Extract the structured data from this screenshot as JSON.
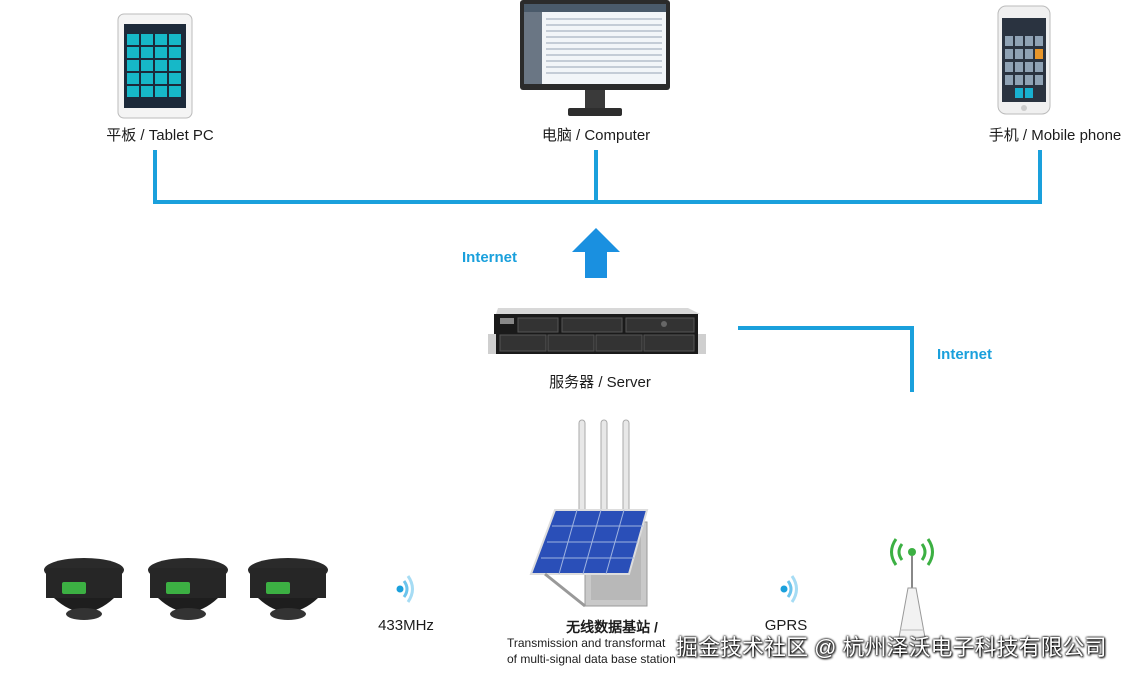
{
  "devices": {
    "tablet_label": "平板 / Tablet PC",
    "computer_label": "电脑 / Computer",
    "phone_label": "手机 / Mobile phone"
  },
  "network": {
    "internet_left": "Internet",
    "internet_right": "Internet"
  },
  "server": {
    "label": "服务器 / Server"
  },
  "base_station": {
    "title": "无线数据基站 /",
    "line1": "Transmission and transformat",
    "line2": "of multi-signal data base station"
  },
  "links": {
    "radio_433": "433MHz",
    "gprs": "GPRS"
  },
  "watermark": "掘金技术社区 @ 杭州泽沃电子科技有限公司",
  "colors": {
    "line": "#1aa0dc",
    "arrow": "#1a90e0",
    "solar": "#2a4fb8"
  }
}
